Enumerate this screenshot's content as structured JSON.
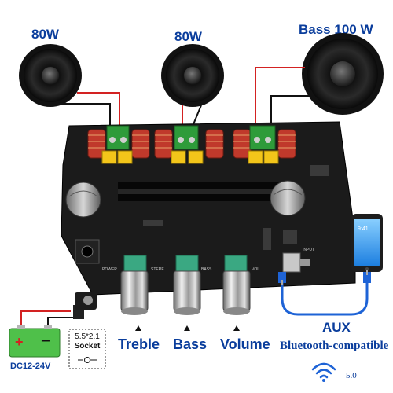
{
  "speakers": {
    "left_label": "80W",
    "middle_label": "80W",
    "right_label": "Bass 100 W"
  },
  "controls": {
    "treble_label": "Treble",
    "bass_label": "Bass",
    "volume_label": "Volume"
  },
  "board": {
    "pot_labels": [
      "POWER",
      "STERE",
      "BASS",
      "VOL"
    ],
    "input_label": "INPUT"
  },
  "power": {
    "voltage_label": "DC12-24V",
    "socket_size": "5.5*2.1",
    "socket_label": "Socket",
    "plus_sign": "+",
    "minus_sign": "−"
  },
  "aux": {
    "label": "AUX",
    "bluetooth_label": "Bluetooth-compatible",
    "bluetooth_version": "5.0",
    "phone_time": "9:41"
  },
  "colors": {
    "label_blue": "#0a3d9c",
    "pcb": "#1b1b1b",
    "terminal_green": "#2e9b3a",
    "capacitor_yellow": "#f3c51a",
    "inductor_red": "#c0392b",
    "cable_blue": "#1e63d6",
    "battery_green": "#4fc04a"
  }
}
